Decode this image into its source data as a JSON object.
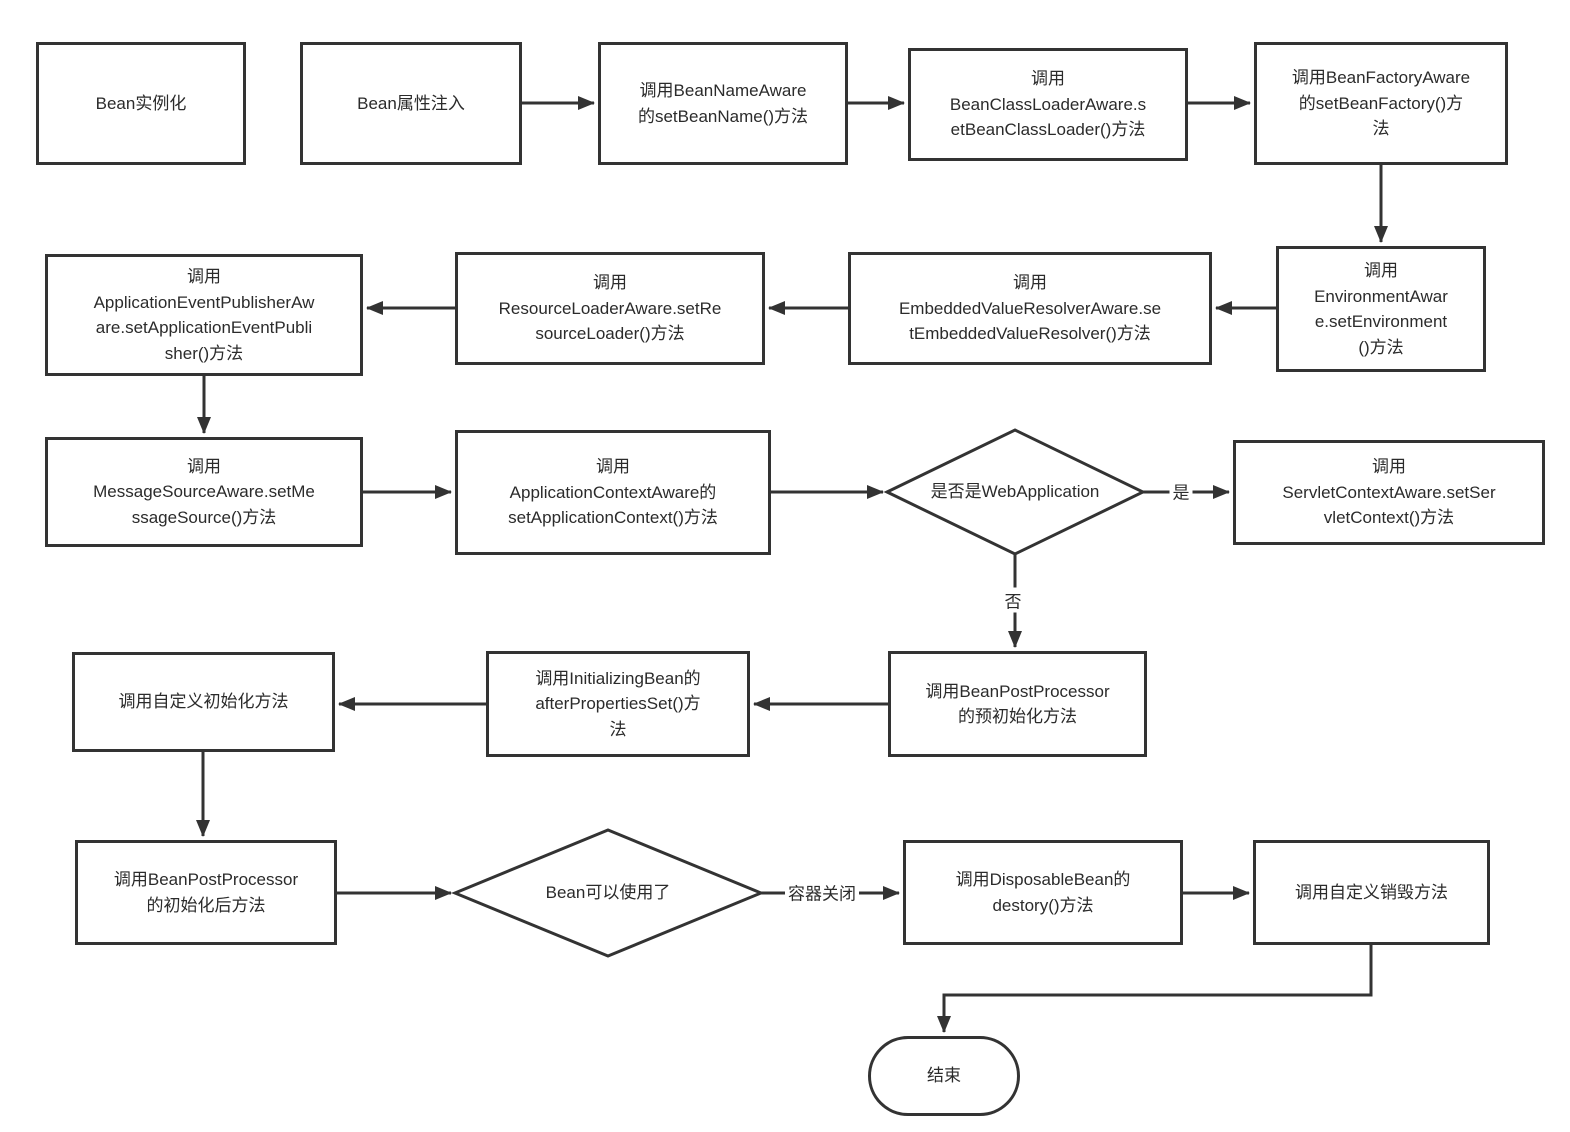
{
  "diagram": {
    "colors": {
      "stroke": "#333333",
      "text": "#2b2b2b",
      "background": "#ffffff"
    },
    "nodes": {
      "bean_instantiate": {
        "label": "Bean实例化"
      },
      "bean_property_inject": {
        "label": "Bean属性注入"
      },
      "bean_name_aware": {
        "label": "调用BeanNameAware\n的setBeanName()方法"
      },
      "bean_class_loader_aware": {
        "label": "调用\nBeanClassLoaderAware.s\netBeanClassLoader()方法"
      },
      "bean_factory_aware": {
        "label": "调用BeanFactoryAware\n的setBeanFactory()方\n法"
      },
      "environment_aware": {
        "label": "调用\nEnvironmentAwar\ne.setEnvironment\n()方法"
      },
      "embedded_value_resolver_aware": {
        "label": "调用\nEmbeddedValueResolverAware.se\ntEmbeddedValueResolver()方法"
      },
      "resource_loader_aware": {
        "label": "调用\nResourceLoaderAware.setRe\nsourceLoader()方法"
      },
      "application_event_publisher_aware": {
        "label": "调用\nApplicationEventPublisherAw\nare.setApplicationEventPubli\nsher()方法"
      },
      "message_source_aware": {
        "label": "调用\nMessageSourceAware.setMe\nssageSource()方法"
      },
      "application_context_aware": {
        "label": "调用\nApplicationContextAware的\nsetApplicationContext()方法"
      },
      "is_web_application": {
        "label": "是否是WebApplication"
      },
      "servlet_context_aware": {
        "label": "调用\nServletContextAware.setSer\nvletContext()方法"
      },
      "bean_post_processor_pre_init": {
        "label": "调用BeanPostProcessor\n的预初始化方法"
      },
      "initializing_bean": {
        "label": "调用InitializingBean的\nafterPropertiesSet()方\n法"
      },
      "custom_init": {
        "label": "调用自定义初始化方法"
      },
      "bean_post_processor_post_init": {
        "label": "调用BeanPostProcessor\n的初始化后方法"
      },
      "bean_ready": {
        "label": "Bean可以使用了"
      },
      "disposable_bean": {
        "label": "调用DisposableBean的\ndestory()方法"
      },
      "custom_destroy": {
        "label": "调用自定义销毁方法"
      },
      "end": {
        "label": "结束"
      }
    },
    "edge_labels": {
      "yes": "是",
      "no": "否",
      "container_close": "容器关闭"
    }
  }
}
